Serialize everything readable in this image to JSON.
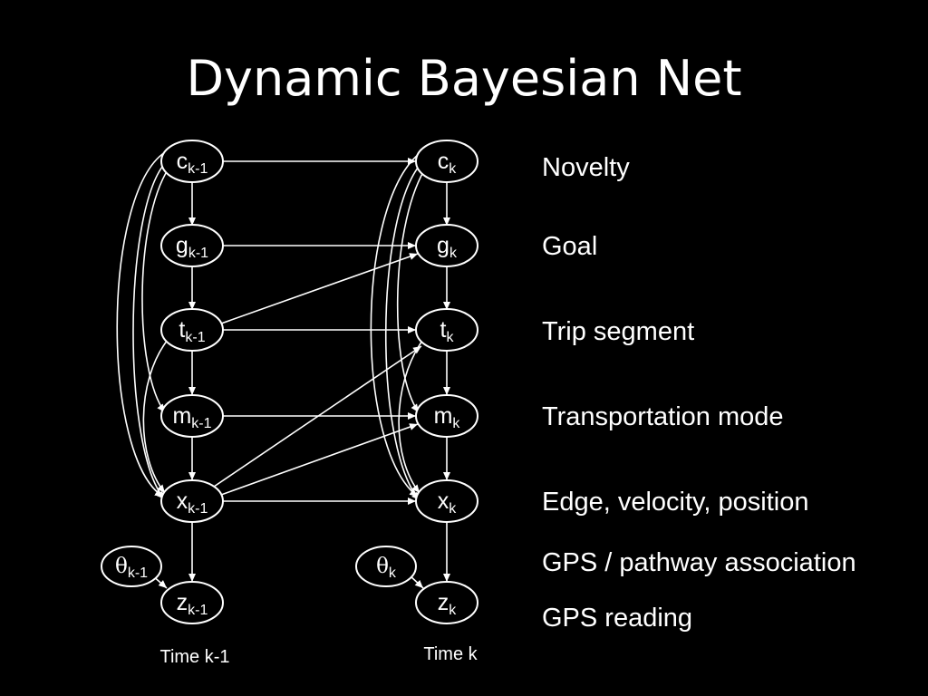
{
  "slide": {
    "title": "Dynamic Bayesian Net"
  },
  "nodes": {
    "c_prev": {
      "base": "c",
      "sub": "k-1"
    },
    "g_prev": {
      "base": "g",
      "sub": "k-1"
    },
    "t_prev": {
      "base": "t",
      "sub": "k-1"
    },
    "m_prev": {
      "base": "m",
      "sub": "k-1"
    },
    "x_prev": {
      "base": "x",
      "sub": "k-1"
    },
    "z_prev": {
      "base": "z",
      "sub": "k-1"
    },
    "theta_prev": {
      "base": "θ",
      "sub": "k-1"
    },
    "c_cur": {
      "base": "c",
      "sub": "k"
    },
    "g_cur": {
      "base": "g",
      "sub": "k"
    },
    "t_cur": {
      "base": "t",
      "sub": "k"
    },
    "m_cur": {
      "base": "m",
      "sub": "k"
    },
    "x_cur": {
      "base": "x",
      "sub": "k"
    },
    "z_cur": {
      "base": "z",
      "sub": "k"
    },
    "theta_cur": {
      "base": "θ",
      "sub": "k"
    }
  },
  "time_labels": {
    "prev": "Time k-1",
    "cur": "Time k"
  },
  "row_labels": {
    "novelty": "Novelty",
    "goal": "Goal",
    "trip_segment": "Trip segment",
    "transportation_mode": "Transportation mode",
    "edge_velocity_position": "Edge, velocity, position",
    "gps_pathway_association": "GPS / pathway association",
    "gps_reading": "GPS reading"
  },
  "colors": {
    "background": "#000000",
    "foreground": "#ffffff"
  }
}
